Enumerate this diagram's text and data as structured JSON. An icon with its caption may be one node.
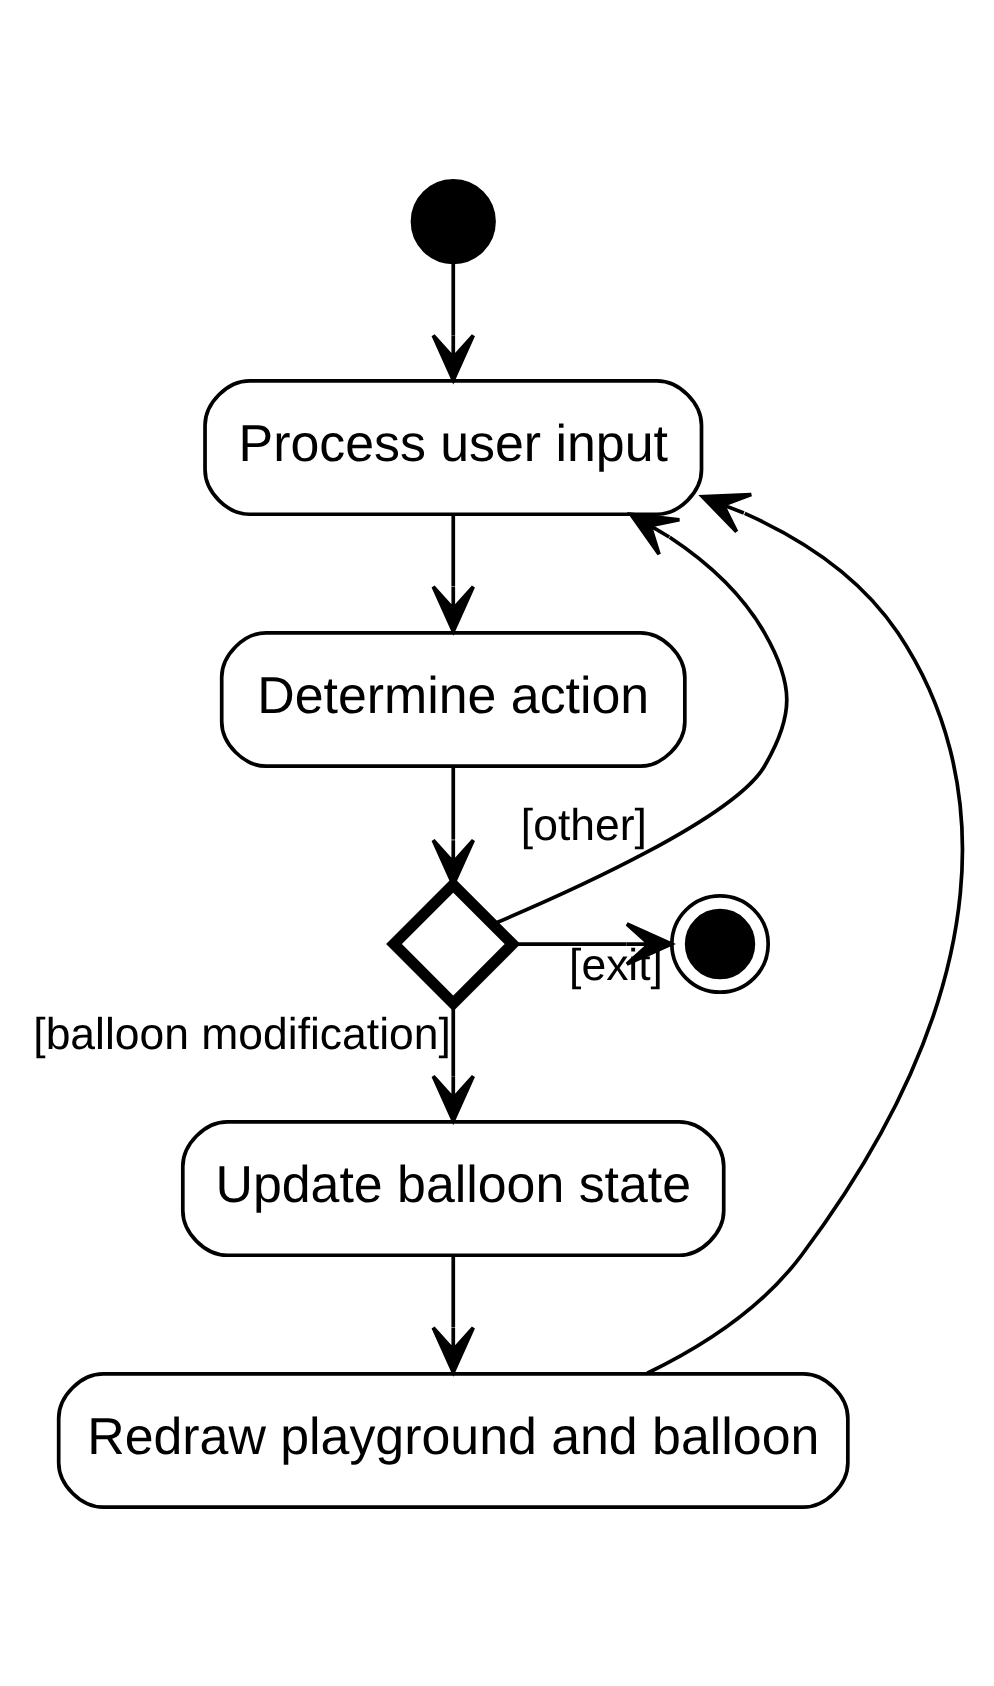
{
  "diagram": {
    "nodes": [
      {
        "text": [],
        "shape": "circle"
      },
      {
        "text": [
          "Process user input"
        ]
      },
      {
        "text": [
          "Determine action"
        ]
      },
      {
        "text": [],
        "shape": "diamond"
      },
      {
        "text": [],
        "shape": "circle"
      },
      {
        "text": [
          "Update balloon state"
        ]
      },
      {
        "text": [
          "Redraw playground and balloon"
        ]
      }
    ],
    "edges": [
      {
        "from": 0,
        "to": 1,
        "arrow": "to"
      },
      {
        "from": 1,
        "to": 2,
        "arrow": "to"
      },
      {
        "from": 2,
        "to": 3,
        "arrow": "to"
      },
      {
        "from": 3,
        "to": 4,
        "arrow": "to",
        "label": "[exit]"
      },
      {
        "from": 3,
        "to": 1,
        "arrow": "to",
        "label": "[other]"
      },
      {
        "from": 3,
        "to": 5,
        "arrow": "to",
        "label": "[balloon modification]"
      },
      {
        "from": 5,
        "to": 6,
        "arrow": "to"
      },
      {
        "from": 6,
        "to": 1,
        "arrow": "to"
      }
    ]
  }
}
